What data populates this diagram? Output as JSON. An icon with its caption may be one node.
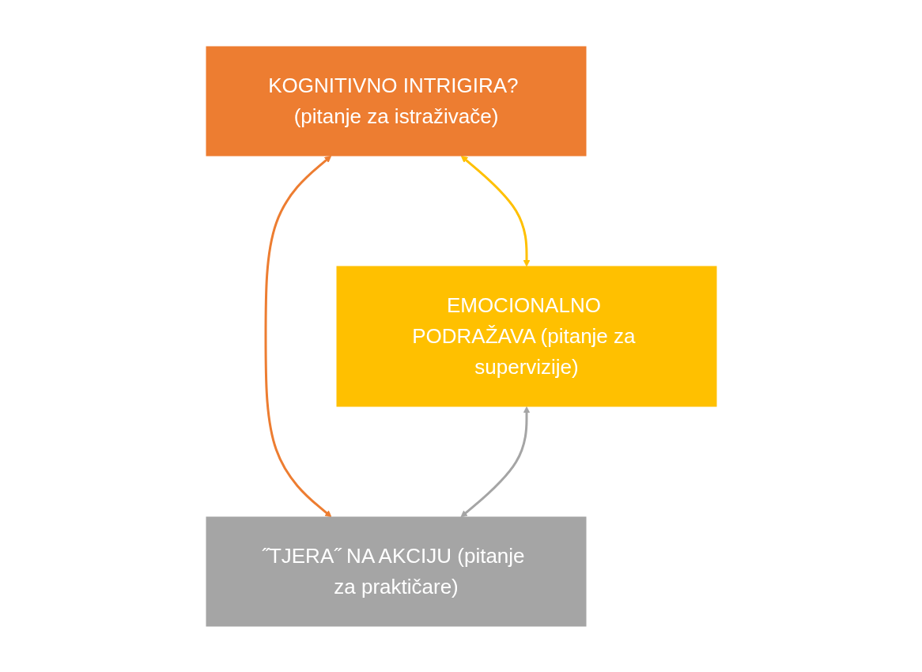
{
  "diagram": {
    "nodes": [
      {
        "text": [
          "KOGNITIVNO INTRIGIRA? (pitanje za istraživače)"
        ]
      },
      {
        "text": [
          "EMOCIONALNO PODRAŽAVA (pitanje za supervizije)"
        ]
      },
      {
        "text": [
          "˝TJERA˝ NA AKCIJU (pitanje za praktičare)"
        ]
      }
    ],
    "edges": [
      {
        "from": 0,
        "to": 1,
        "arrow": "both",
        "color": "#ffc000"
      },
      {
        "from": 0,
        "to": 2,
        "arrow": "both",
        "color": "#ed7d31"
      },
      {
        "from": 1,
        "to": 2,
        "arrow": "both",
        "color": "#a5a5a5"
      }
    ]
  }
}
